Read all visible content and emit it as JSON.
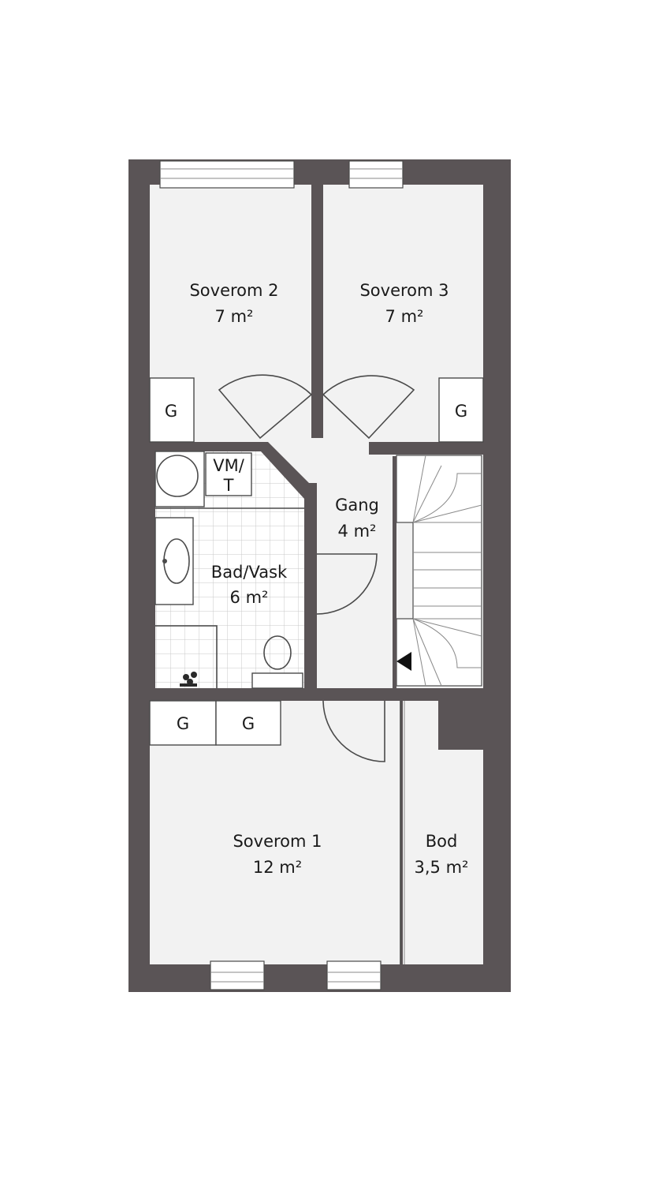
{
  "rooms": {
    "soverom2": {
      "name": "Soverom 2",
      "area": "7 m²"
    },
    "soverom3": {
      "name": "Soverom 3",
      "area": "7 m²"
    },
    "gang": {
      "name": "Gang",
      "area": "4 m²"
    },
    "bad": {
      "name": "Bad/Vask",
      "area": "6 m²"
    },
    "soverom1": {
      "name": "Soverom 1",
      "area": "12 m²"
    },
    "bod": {
      "name": "Bod",
      "area": "3,5 m²"
    }
  },
  "fixtures": {
    "wardrobe_label": "G",
    "washer_line1": "VM/",
    "washer_line2": "T"
  },
  "colors": {
    "wall": "#5a5456",
    "floor": "#f2f2f2",
    "tile_grid": "#c8c8c8"
  }
}
